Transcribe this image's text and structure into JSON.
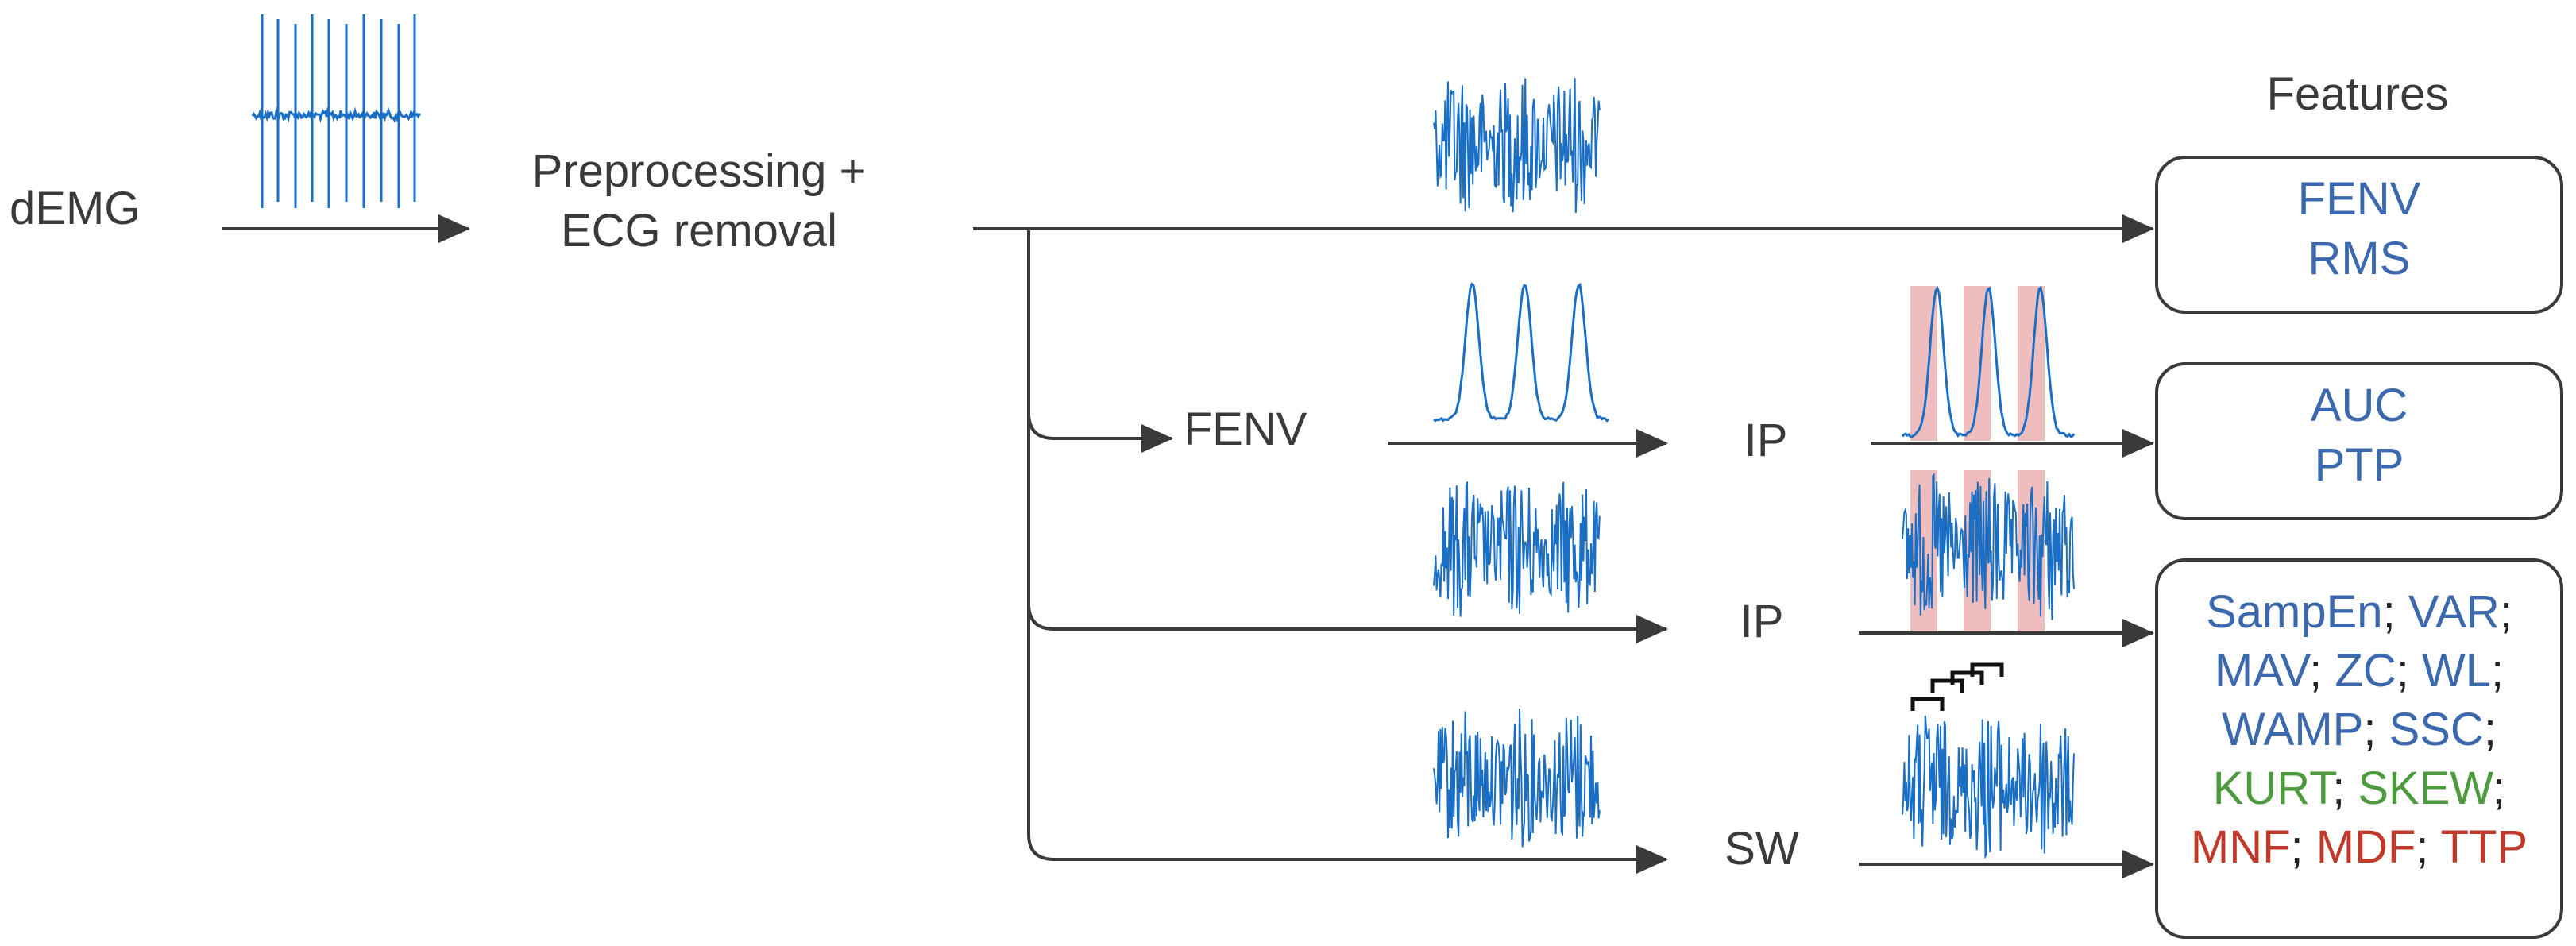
{
  "diagram": {
    "labels": {
      "demg": "dEMG",
      "preproc_line1": "Preprocessing +",
      "preproc_line2": "ECG removal",
      "features_title": "Features",
      "fenv": "FENV",
      "ip_1": "IP",
      "ip_2": "IP",
      "sw": "SW"
    },
    "boxes": {
      "box1": {
        "line1": "FENV",
        "line2": "RMS"
      },
      "box2": {
        "line1": "AUC",
        "line2": "PTP"
      },
      "box3": {
        "rows": [
          [
            {
              "text": "SampEn",
              "color": "blue"
            },
            {
              "text": "; ",
              "color": "black"
            },
            {
              "text": "VAR",
              "color": "blue"
            },
            {
              "text": ";",
              "color": "black"
            }
          ],
          [
            {
              "text": "MAV",
              "color": "blue"
            },
            {
              "text": "; ",
              "color": "black"
            },
            {
              "text": "ZC",
              "color": "blue"
            },
            {
              "text": "; ",
              "color": "black"
            },
            {
              "text": "WL",
              "color": "blue"
            },
            {
              "text": ";",
              "color": "black"
            }
          ],
          [
            {
              "text": "WAMP",
              "color": "blue"
            },
            {
              "text": "; ",
              "color": "black"
            },
            {
              "text": "SSC",
              "color": "blue"
            },
            {
              "text": ";",
              "color": "black"
            }
          ],
          [
            {
              "text": "KURT",
              "color": "green"
            },
            {
              "text": "; ",
              "color": "black"
            },
            {
              "text": "SKEW",
              "color": "green"
            },
            {
              "text": ";",
              "color": "black"
            }
          ],
          [
            {
              "text": "MNF",
              "color": "red"
            },
            {
              "text": "; ",
              "color": "black"
            },
            {
              "text": "MDF",
              "color": "red"
            },
            {
              "text": "; ",
              "color": "black"
            },
            {
              "text": "TTP",
              "color": "red"
            }
          ]
        ]
      }
    }
  },
  "colors": {
    "blue": "#3c68ad",
    "green": "#4e9a3e",
    "red": "#c0392b",
    "black": "#222222",
    "signal": "#1a6fc4",
    "highlight": "#e8a8a8",
    "line": "#3a3a3a"
  }
}
